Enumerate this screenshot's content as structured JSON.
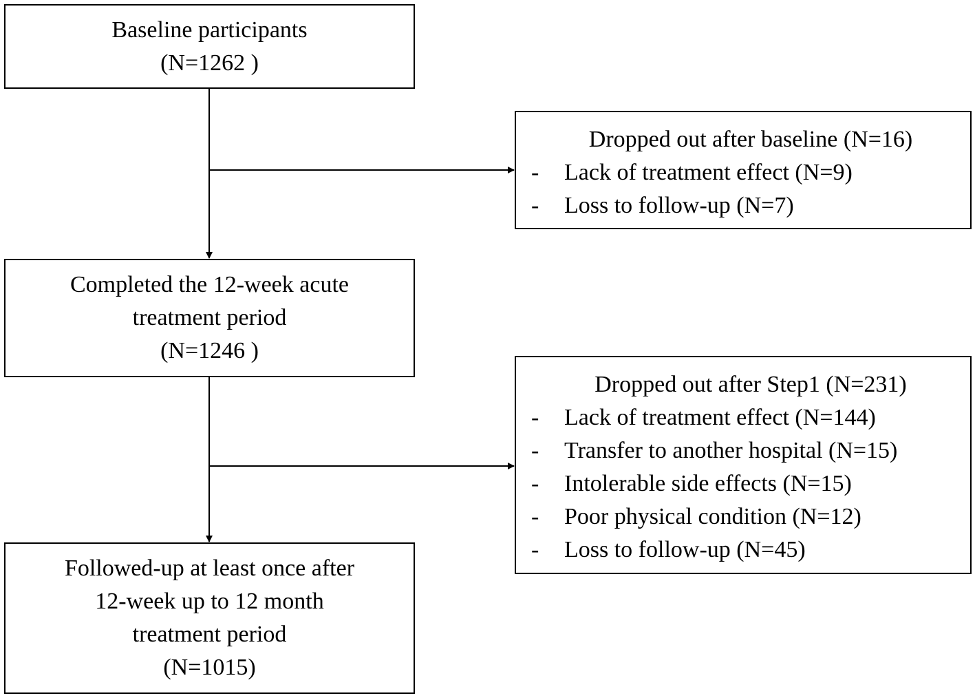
{
  "flowchart": {
    "baseline": {
      "lines": [
        "Baseline participants",
        "(N=1262 )"
      ]
    },
    "completed": {
      "lines": [
        "Completed the 12-week acute",
        "treatment period",
        "(N=1246 )"
      ]
    },
    "followed": {
      "lines": [
        "Followed-up at least once after",
        "12-week up to 12 month",
        "treatment period",
        "(N=1015)"
      ]
    },
    "dropout1": {
      "title": "Dropped out after baseline (N=16)",
      "items": [
        {
          "dash": "-",
          "text": "Lack of treatment effect (N=9)"
        },
        {
          "dash": "-",
          "text": "Loss to follow-up (N=7)"
        }
      ]
    },
    "dropout2": {
      "title": "Dropped out after Step1 (N=231)",
      "items": [
        {
          "dash": "-",
          "text": "Lack of treatment effect (N=144)"
        },
        {
          "dash": "-",
          "text": "Transfer to another hospital (N=15)"
        },
        {
          "dash": "-",
          "text": "Intolerable side effects (N=15)"
        },
        {
          "dash": "-",
          "text": "Poor physical condition (N=12)"
        },
        {
          "dash": "-",
          "text": "Loss to follow-up (N=45)"
        }
      ]
    }
  }
}
